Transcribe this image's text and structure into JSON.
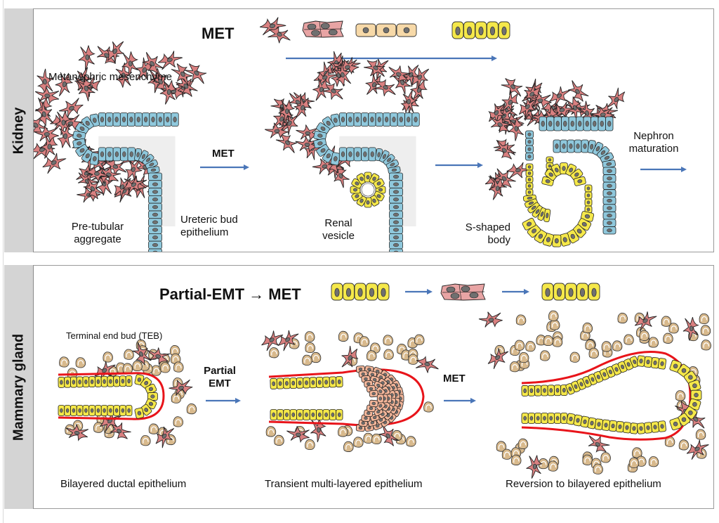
{
  "colors": {
    "mesenchymal_cell": "#d98080",
    "mesenchymal_cluster": "#e8a4a4",
    "ureteric_epithelium": "#8fc8dc",
    "epithelial_yellow": "#f5e84a",
    "intermediate_cell": "#f7d9a8",
    "stromal_cell": "#d8b98c",
    "cap_cell": "#f3b69a",
    "basement_membrane": "#e8141a",
    "nucleus": "#707070",
    "arrow": "#4a76b8",
    "label_bar": "#d4d4d4"
  },
  "kidney": {
    "side_label": "Kidney",
    "header": {
      "title": "MET",
      "sequence": [
        "mesenchymal-cells",
        "clustered-mesenchymal-cells",
        "cuboidal-cells",
        "columnar-epithelium"
      ]
    },
    "labels": {
      "mesenchyme": "Metanephric mesenchyme",
      "pretubular_1": "Pre-tubular",
      "pretubular_2": "aggregate",
      "ureteric_1": "Ureteric bud",
      "ureteric_2": "epithelium",
      "met_arrow": "MET",
      "renal_1": "Renal",
      "renal_2": "vesicle",
      "sshaped_1": "S-shaped",
      "sshaped_2": "body",
      "nephron_1": "Nephron",
      "nephron_2": "maturation"
    },
    "stages": [
      "Pre-tubular aggregate",
      "Renal vesicle",
      "S-shaped body",
      "Nephron maturation"
    ]
  },
  "mammary": {
    "side_label": "Mammary gland",
    "header": {
      "title": "Partial-EMT → MET",
      "sequence": [
        "columnar-epithelium",
        "clustered-mesenchymal-cells",
        "columnar-epithelium"
      ]
    },
    "labels": {
      "teb": "Terminal end bud (TEB)",
      "partial_1": "Partial",
      "partial_2": "EMT",
      "met_arrow": "MET",
      "stage1": "Bilayered ductal epithelium",
      "stage2": "Transient multi-layered epithelium",
      "stage3": "Reversion to bilayered epithelium"
    }
  }
}
